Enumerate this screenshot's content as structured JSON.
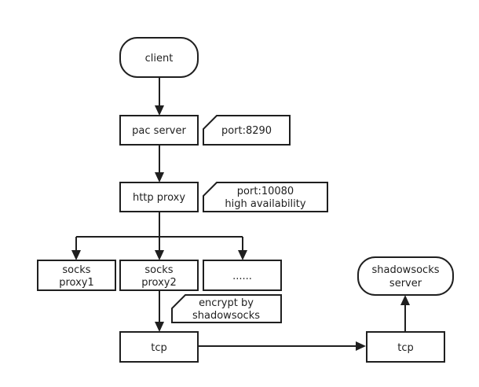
{
  "nodes": {
    "client": "client",
    "pac_server": "pac server",
    "pac_note": "port:8290",
    "http_proxy": "http proxy",
    "http_note_line1": "port:10080",
    "http_note_line2": "high availability",
    "socks1_line1": "socks",
    "socks1_line2": "proxy1",
    "socks2_line1": "socks",
    "socks2_line2": "proxy2",
    "more": "......",
    "encrypt_note_line1": "encrypt by",
    "encrypt_note_line2": "shadowsocks",
    "tcp_left": "tcp",
    "tcp_right": "tcp",
    "ss_server_line1": "shadowsocks",
    "ss_server_line2": "server"
  }
}
